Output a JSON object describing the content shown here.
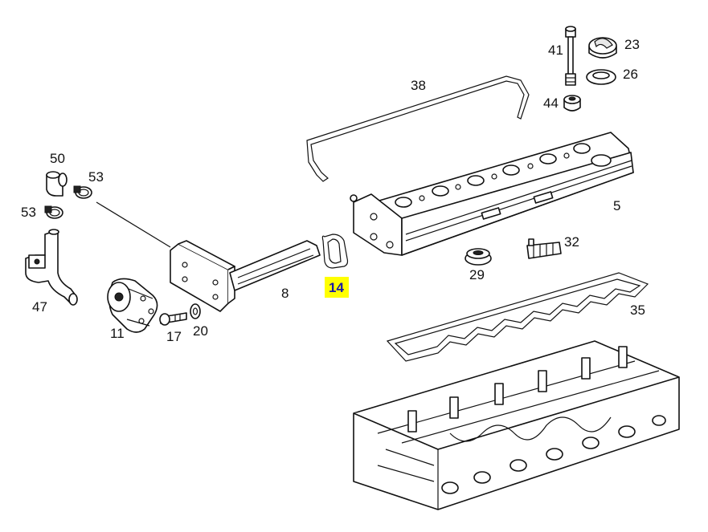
{
  "diagram": {
    "callouts": [
      {
        "id": "41",
        "text": "41"
      },
      {
        "id": "23",
        "text": "23"
      },
      {
        "id": "26",
        "text": "26"
      },
      {
        "id": "38",
        "text": "38"
      },
      {
        "id": "44",
        "text": "44"
      },
      {
        "id": "50",
        "text": "50"
      },
      {
        "id": "53a",
        "text": "53"
      },
      {
        "id": "53b",
        "text": "53"
      },
      {
        "id": "5",
        "text": "5"
      },
      {
        "id": "32",
        "text": "32"
      },
      {
        "id": "29",
        "text": "29"
      },
      {
        "id": "14",
        "text": "14"
      },
      {
        "id": "8",
        "text": "8"
      },
      {
        "id": "47",
        "text": "47"
      },
      {
        "id": "11",
        "text": "11"
      },
      {
        "id": "17",
        "text": "17"
      },
      {
        "id": "20",
        "text": "20"
      },
      {
        "id": "35",
        "text": "35"
      }
    ],
    "highlight": {
      "label": "14",
      "fill": "#ffff00",
      "text_color": "#1a1aa6"
    }
  }
}
